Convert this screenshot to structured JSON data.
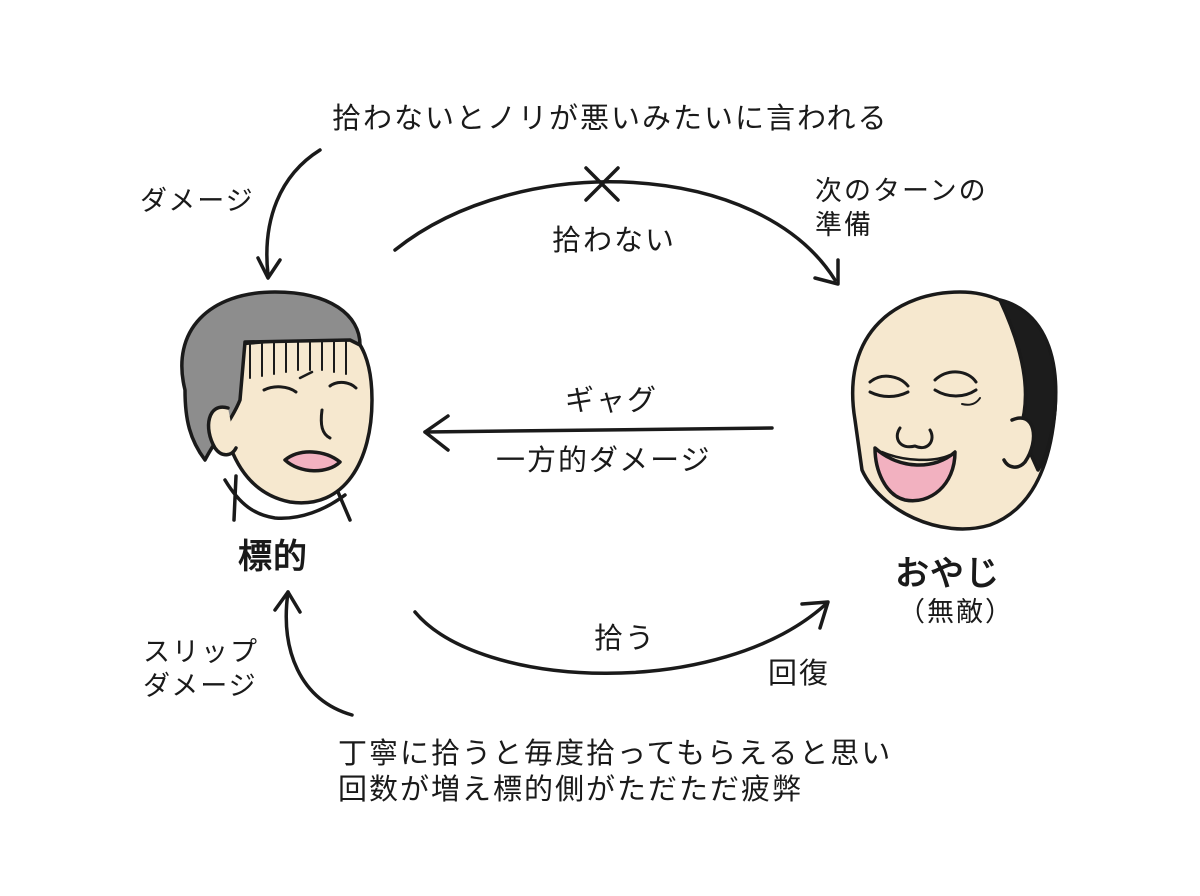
{
  "top_note": "拾わないとノリが悪いみたいに言われる",
  "damage_left_top": "ダメージ",
  "refuse_label": "拾わない",
  "next_turn": [
    "次のターンの",
    "準備"
  ],
  "gag_label": "ギャグ",
  "one_sided_damage": "一方的ダメージ",
  "target_label": "標的",
  "oyaji_label": "おやじ",
  "oyaji_sub": "（無敵）",
  "pickup_label": "拾う",
  "recovery_label": "回復",
  "slip_damage": [
    "スリップ",
    "ダメージ"
  ],
  "bottom_note": [
    "丁寧に拾うと毎度拾ってもらえると思い",
    "回数が増え標的側がただただ疲弊"
  ],
  "colors": {
    "line": "#1a1a1a",
    "skin": "#f6e8cf",
    "hair_gray": "#8d8d8d",
    "hair_black": "#1c1c1c",
    "mouth_pink": "#f2b1c0"
  }
}
